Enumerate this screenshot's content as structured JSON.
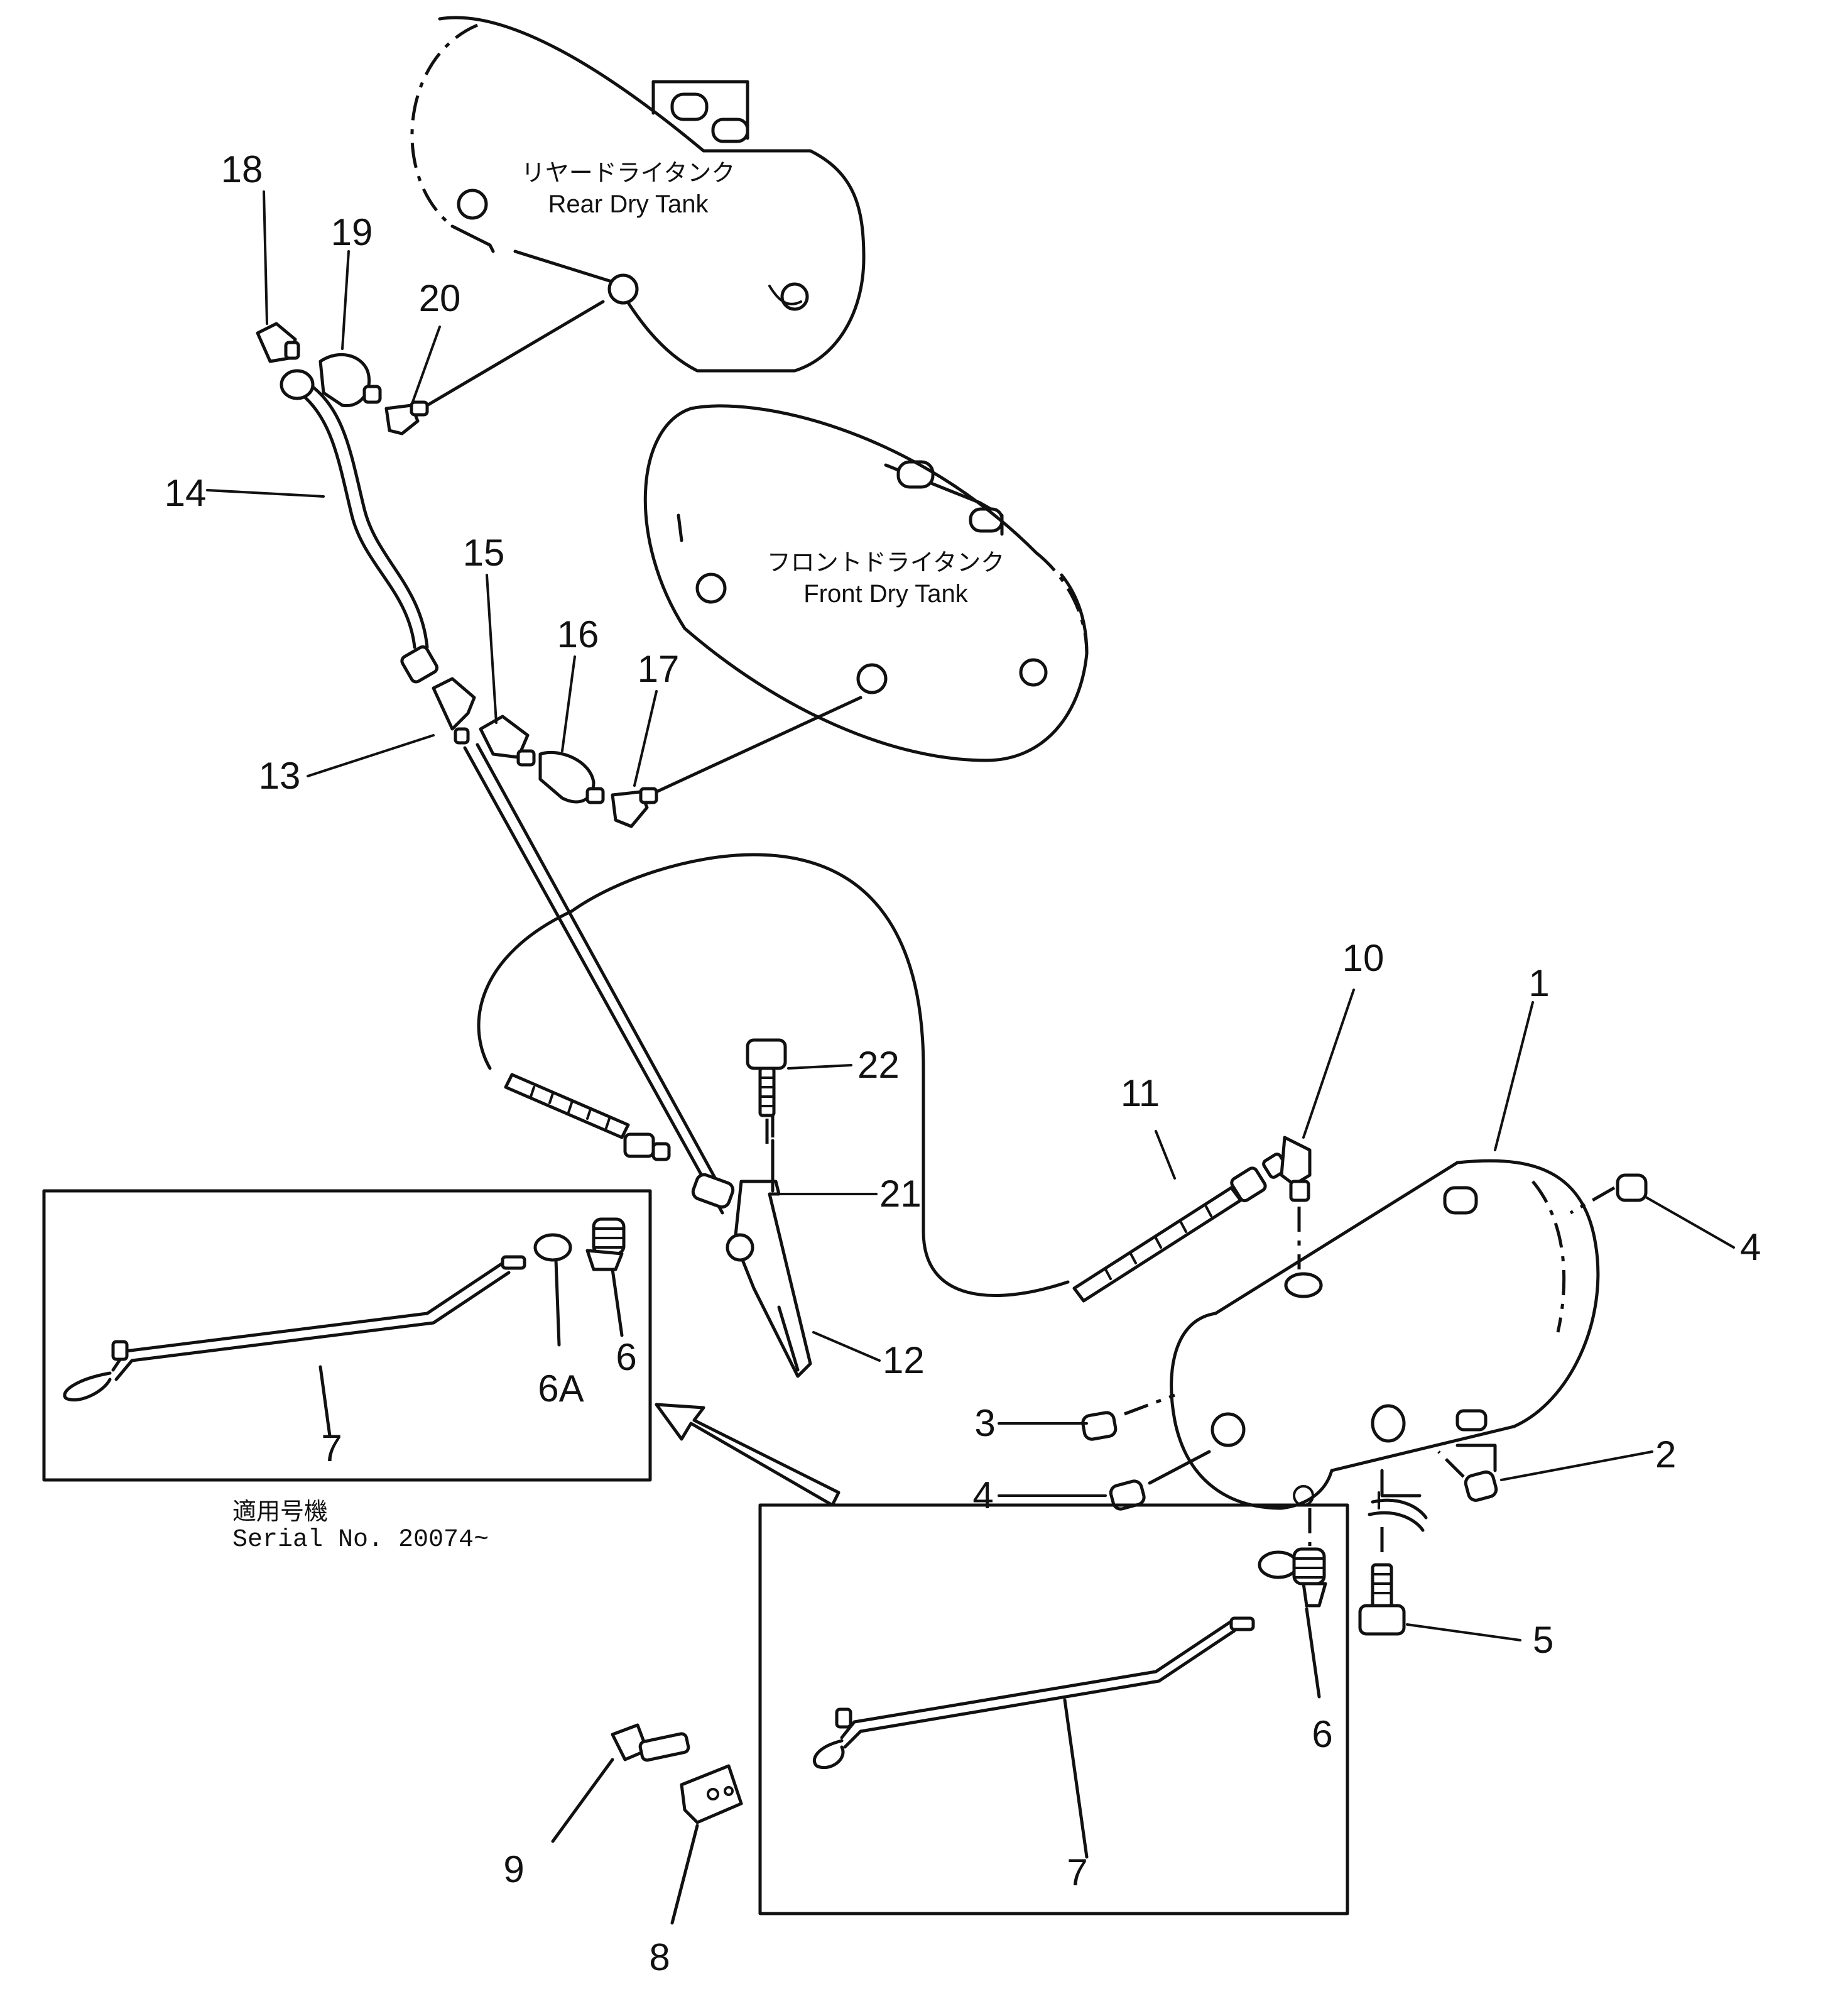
{
  "tanks": {
    "rear": {
      "label_jp": "リヤードライタンク",
      "label_en": "Rear Dry Tank"
    },
    "front": {
      "label_jp": "フロントドライタンク",
      "label_en": "Front Dry Tank"
    }
  },
  "serial_note": {
    "label_jp": "適用号機",
    "label_en": "Serial  No.  20074~"
  },
  "callouts": {
    "c1": "1",
    "c2": "2",
    "c3": "3",
    "c4a": "4",
    "c4b": "4",
    "c5": "5",
    "c6a": "6",
    "c6b": "6",
    "c6A": "6A",
    "c7a": "7",
    "c7b": "7",
    "c8": "8",
    "c9": "9",
    "c10": "10",
    "c11": "11",
    "c12": "12",
    "c13": "13",
    "c14": "14",
    "c15": "15",
    "c16": "16",
    "c17": "17",
    "c18": "18",
    "c19": "19",
    "c20": "20",
    "c21": "21",
    "c22": "22"
  }
}
